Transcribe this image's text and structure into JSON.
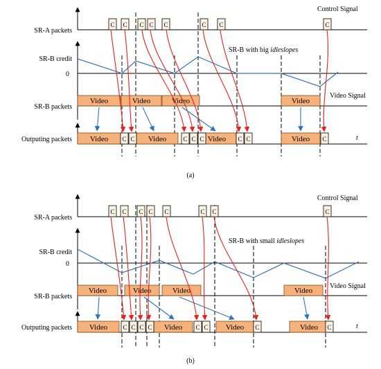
{
  "colors": {
    "video_fill": "#f7b17a",
    "video_stroke": "#7a4a20",
    "credit_line": "#2e75b6",
    "red_arrow": "#e8211c",
    "blue_arrow": "#2e75b6",
    "axis": "#000000",
    "c_box_fill": "#fdf3e4"
  },
  "labels": {
    "sr_a_packets": "SR-A packets",
    "sr_b_credit": "SR-B credit",
    "zero": "0",
    "sr_b_packets": "SR-B packets",
    "outputing_packets": "Outputing packets",
    "control_signal": "Control Signal",
    "video_signal": "Video Signal",
    "t": "t",
    "packet_c": "C",
    "video": "Video"
  },
  "panel_a": {
    "caption": "(a)",
    "annotation_prefix": "SR-B with big ",
    "annotation_term": "idleslopes"
  },
  "panel_b": {
    "caption": "(b)",
    "annotation_prefix": "SR-B with small ",
    "annotation_term": "idleslopes"
  }
}
